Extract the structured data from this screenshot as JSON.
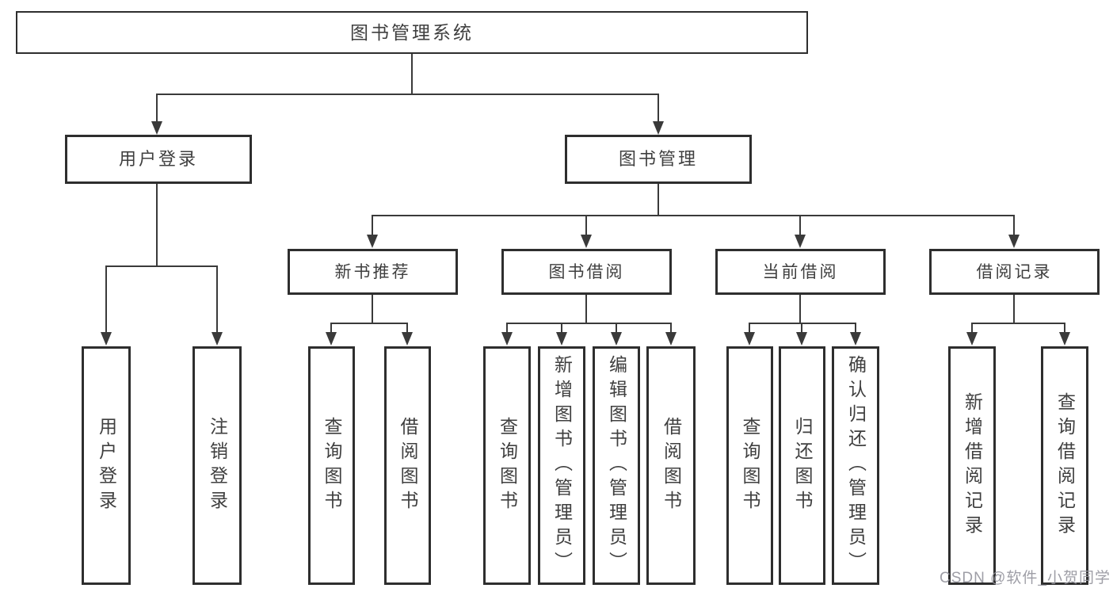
{
  "diagram": {
    "type": "hierarchy-tree",
    "tree": {
      "label": "图书管理系统",
      "children": [
        {
          "label": "用户登录",
          "children": [
            {
              "label": "用户登录"
            },
            {
              "label": "注销登录"
            }
          ]
        },
        {
          "label": "图书管理",
          "children": [
            {
              "label": "新书推荐",
              "children": [
                {
                  "label": "查询图书"
                },
                {
                  "label": "借阅图书"
                }
              ]
            },
            {
              "label": "图书借阅",
              "children": [
                {
                  "label": "查询图书"
                },
                {
                  "label": "新增图书（管理员）"
                },
                {
                  "label": "编辑图书（管理员）"
                },
                {
                  "label": "借阅图书"
                }
              ]
            },
            {
              "label": "当前借阅",
              "children": [
                {
                  "label": "查询图书"
                },
                {
                  "label": "归还图书"
                },
                {
                  "label": "确认归还（管理员）"
                }
              ]
            },
            {
              "label": "借阅记录",
              "children": [
                {
                  "label": "新增借阅记录"
                },
                {
                  "label": "查询借阅记录"
                }
              ]
            }
          ]
        }
      ]
    },
    "colors": {
      "box_border": "#2e2e2e",
      "line": "#3a3a3a",
      "text": "#3f3f3f",
      "background": "#ffffff",
      "watermark": "#94949c"
    }
  },
  "watermark": {
    "text": "CSDN @软件_小贺同学"
  }
}
